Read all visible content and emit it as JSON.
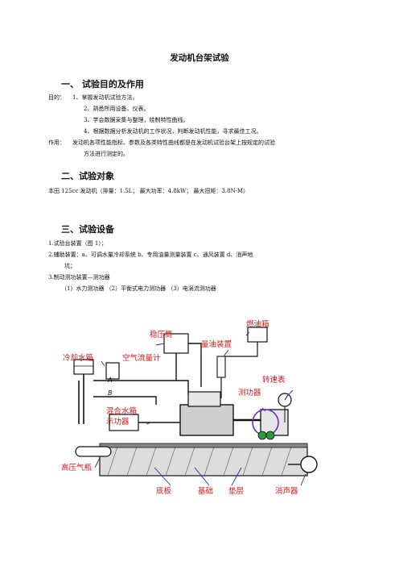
{
  "title": "发动机台架试验",
  "section1": {
    "heading": "一、  试验目的及作用",
    "purpose_label": "目的：",
    "purpose_items": [
      "1、掌握发动机试验方法。",
      "2、熟悉所用设备、仪表。",
      "3、学会数据采集与整理，绘制特性曲线。",
      "4、根据数据分析发动机的工作状况，判断发动机性能，寻求最佳工况。"
    ],
    "role_label": "作用：",
    "role_line1": "发动机各项性能指标、参数及各类特性曲线都是在发动机试验台架上按规定的试验",
    "role_line2": "方法进行测定的。"
  },
  "section2": {
    "heading": "二、试验对象",
    "text": "本田 125cc 发动机（排量：1.5L；   最大功率：4.8kW；   最大扭矩：3.8N·M）"
  },
  "section3": {
    "heading": "三、试验设备",
    "item1": "1.试验台装置（图 1）；",
    "item2_line1": "2.辅助装置：a、可调水量冷却系统    b、专用油量测量装置     c、通风装置    d、消声地",
    "item2_line2": "坑；",
    "item3": "3.制动测功装置—测功器",
    "item3_sub": "（1）水力测功器    （2）平衡式电力测功器    （3）电涡流测功器"
  },
  "figure": {
    "labels": {
      "fuel_tank": "燃油箱",
      "surge_tank": "稳压筒",
      "fuel_measure": "量油装置",
      "cooling_tank": "冷却水箱",
      "air_flow_meter": "空气流量计",
      "tachometer": "转速表",
      "dynamometer": "测功器",
      "mixing_tank": "混合水箱",
      "indicator": "示功器",
      "gas_cylinder": "高压气瓶",
      "base_plate": "底板",
      "foundation": "基础",
      "cushion": "垫层",
      "muffler": "消声器",
      "marker_a": "A",
      "marker_b": "B"
    },
    "colors": {
      "label": "#d21a1a",
      "leader": "#1a2fb5",
      "ring": "#6a2fc0",
      "pipe": "#111111"
    }
  }
}
